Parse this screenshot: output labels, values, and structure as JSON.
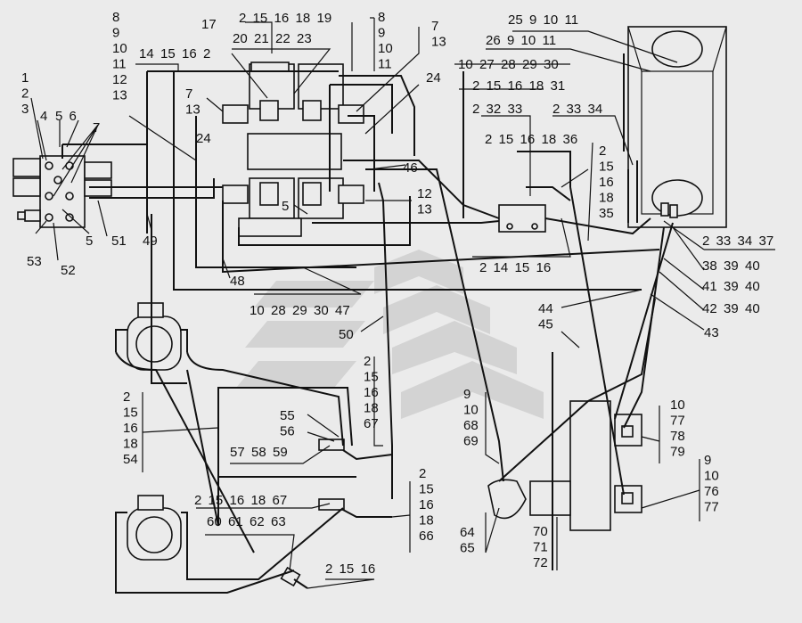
{
  "diagram": {
    "groups": {
      "g_1_2_3": [
        "1",
        "2",
        "3"
      ],
      "g_4": [
        "4"
      ],
      "g_5_6": [
        "5",
        "6"
      ],
      "g_7_left": [
        "7"
      ],
      "g_8_13_left": [
        "8",
        "9",
        "10",
        "11",
        "12",
        "13"
      ],
      "g_14_15_16_2": [
        "14",
        "15",
        "16",
        "2"
      ],
      "g_17": [
        "17"
      ],
      "g_top_center": [
        "2",
        "15",
        "16",
        "18",
        "19"
      ],
      "g_20_23": [
        "20",
        "21",
        "22",
        "23"
      ],
      "g_8_11_right": [
        "8",
        "9",
        "10",
        "11"
      ],
      "g_7_13_right": [
        "7",
        "13"
      ],
      "g_25": [
        "25",
        "9",
        "10",
        "11"
      ],
      "g_26": [
        "26",
        "9",
        "10",
        "11"
      ],
      "g_27": [
        "10",
        "27",
        "28",
        "29",
        "30"
      ],
      "g_31": [
        "2",
        "15",
        "16",
        "18",
        "31"
      ],
      "g_24_right": [
        "24"
      ],
      "g_32_33": [
        "2",
        "32",
        "33"
      ],
      "g_33_34": [
        "2",
        "33",
        "34"
      ],
      "g_7_13_inner": [
        "7",
        "13"
      ],
      "g_24_left": [
        "24"
      ],
      "g_36": [
        "2",
        "15",
        "16",
        "18",
        "36"
      ],
      "g_46": [
        "46"
      ],
      "g_35": [
        "2",
        "15",
        "16",
        "18",
        "35"
      ],
      "g_12_13": [
        "12",
        "13"
      ],
      "g_5_mid": [
        "5"
      ],
      "g_37": [
        "2",
        "33",
        "34",
        "37"
      ],
      "g_38": [
        "38",
        "39",
        "40"
      ],
      "g_41": [
        "41",
        "39",
        "40"
      ],
      "g_42": [
        "42",
        "39",
        "40"
      ],
      "g_43": [
        "43"
      ],
      "g_2_14": [
        "2",
        "14",
        "15",
        "16"
      ],
      "g_44_45": [
        "44",
        "45"
      ],
      "g_48": [
        "48"
      ],
      "g_49": [
        "49"
      ],
      "g_51": [
        "51"
      ],
      "g_53": [
        "53"
      ],
      "g_52": [
        "52"
      ],
      "g_5_low": [
        "5"
      ],
      "g_47": [
        "10",
        "28",
        "29",
        "30",
        "47"
      ],
      "g_50": [
        "50"
      ],
      "g_67": [
        "2",
        "15",
        "16",
        "18",
        "67"
      ],
      "g_55_56": [
        "55",
        "56"
      ],
      "g_54": [
        "2",
        "15",
        "16",
        "18",
        "54"
      ],
      "g_57": [
        "57",
        "58",
        "59"
      ],
      "g_9_69": [
        "9",
        "10",
        "68",
        "69"
      ],
      "g_77_79": [
        "10",
        "77",
        "78",
        "79"
      ],
      "g_76_77": [
        "9",
        "10",
        "76",
        "77"
      ],
      "g_66": [
        "2",
        "15",
        "16",
        "18",
        "66"
      ],
      "g_67_b": [
        "2",
        "15",
        "16",
        "18",
        "67"
      ],
      "g_60": [
        "60",
        "61",
        "62",
        "63"
      ],
      "g_64_65": [
        "64",
        "65"
      ],
      "g_70": [
        "70",
        "71",
        "72"
      ],
      "g_2_15_16_bot": [
        "2",
        "15",
        "16"
      ]
    }
  }
}
